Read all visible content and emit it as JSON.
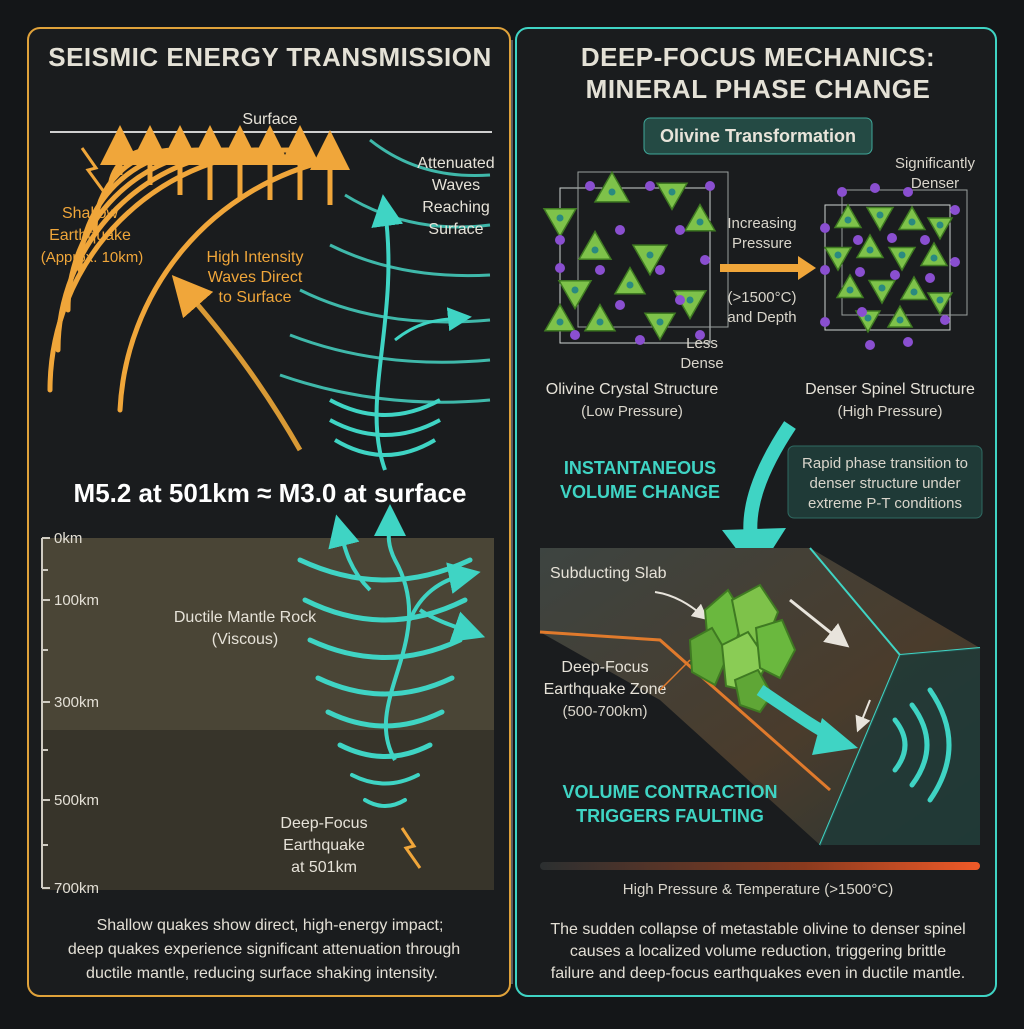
{
  "left_panel": {
    "title": "SEISMIC ENERGY TRANSMISSION",
    "surface_label": "Surface",
    "shallow_label": [
      "Shallow",
      "Earthquake",
      "(Approx. 10km)"
    ],
    "high_intensity_label": [
      "High Intensity",
      "Waves Direct",
      "to Surface"
    ],
    "attenuated_label": [
      "Attenuated",
      "Waves",
      "Reaching",
      "Surface"
    ],
    "equation": "M5.2 at 501km ≈ M3.0 at surface",
    "depth_ticks": [
      "0km",
      "100km",
      "300km",
      "500km",
      "700km"
    ],
    "mantle_label": [
      "Ductile Mantle Rock",
      "(Viscous)"
    ],
    "deep_focus_label": [
      "Deep-Focus",
      "Earthquake",
      "at 501km"
    ],
    "caption": [
      "Shallow quakes show direct, high-energy impact;",
      "deep quakes experience significant attenuation through",
      "ductile mantle, reducing surface shaking intensity."
    ]
  },
  "right_panel": {
    "title": [
      "DEEP-FOCUS MECHANICS:",
      "MINERAL PHASE CHANGE"
    ],
    "badge": "Olivine Transformation",
    "denser_top_label": [
      "Significantly",
      "Denser"
    ],
    "arrow_label_top": [
      "Increasing",
      "Pressure"
    ],
    "arrow_label_bottom": [
      "(>1500°C)",
      "and Depth"
    ],
    "less_dense_label": [
      "Less",
      "Dense"
    ],
    "olivine_label": [
      "Olivine Crystal Structure",
      "(Low Pressure)"
    ],
    "spinel_label": [
      "Denser Spinel Structure",
      "(High Pressure)"
    ],
    "instant_label": [
      "INSTANTANEOUS",
      "VOLUME CHANGE"
    ],
    "info_box": [
      "Rapid phase transition to",
      "denser structure under",
      "extreme P-T conditions"
    ],
    "slab_label": "Subducting Slab",
    "zone_label": [
      "Deep-Focus",
      "Earthquake Zone",
      "(500-700km)"
    ],
    "contraction_label": [
      "VOLUME CONTRACTION",
      "TRIGGERS FAULTING"
    ],
    "gradient_label": "High Pressure & Temperature (>1500°C)",
    "caption": [
      "The sudden collapse of metastable olivine to denser spinel",
      "causes a localized volume reduction, triggering brittle",
      "failure and deep-focus earthquakes even in ductile mantle."
    ]
  },
  "colors": {
    "background": "#141618",
    "accent_orange": "#f0a63a",
    "accent_teal": "#3fd4c4",
    "olivine_green": "#7ec24a",
    "atom_purple": "#8a4fd0"
  }
}
